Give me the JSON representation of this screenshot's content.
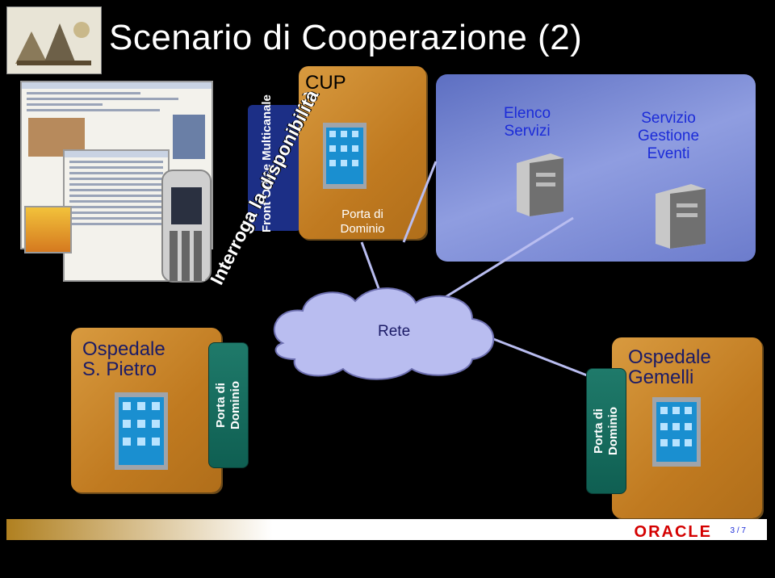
{
  "title": "Scenario di Cooperazione (2)",
  "cup": {
    "label": "CUP",
    "porta_label": "Porta di\nDominio"
  },
  "front_office": {
    "label": "Front Office\nMulticanale"
  },
  "services": {
    "elenco_label": "Elenco\nServizi",
    "gestione_label": "Servizio\nGestione\nEventi"
  },
  "network": {
    "label": "Rete"
  },
  "diagonal_label": "Interroga la disponibilità",
  "ospedale_pietro": {
    "label": "Ospedale\nS. Pietro",
    "porta_label": "Porta di\nDominio"
  },
  "ospedale_gemelli": {
    "label": "Ospedale\nGemelli",
    "porta_label": "Porta di\nDominio"
  },
  "footer": {
    "brand": "ORACLE",
    "page": "3 / 7"
  },
  "colors": {
    "orange": "#c98a2e",
    "blue_panel": "#7e8cd8",
    "green_bar": "#17705f",
    "cloud": "#b9bdf0"
  }
}
